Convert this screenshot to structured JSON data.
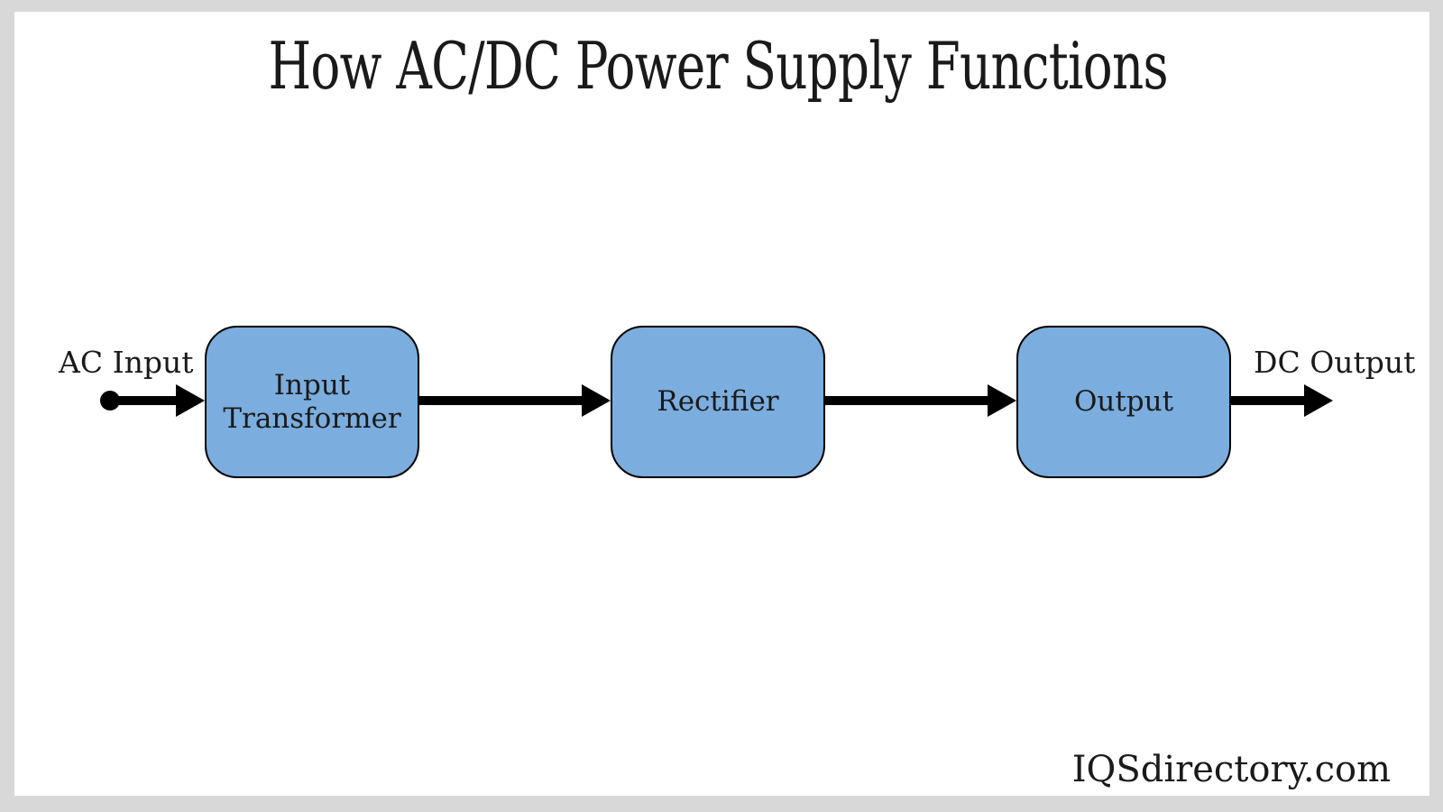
{
  "title": "How AC/DC Power Supply Functions",
  "watermark": "IQSdirectory.com",
  "colors": {
    "node_fill": "#7badde",
    "node_border": "#000000",
    "arrow": "#000000",
    "frame": "#d8d8d8",
    "canvas": "#ffffff",
    "text": "#1a1a1a"
  },
  "diagram": {
    "type": "flowchart",
    "direction": "left-to-right",
    "source_label": "AC Input",
    "sink_label": "DC Output",
    "nodes": [
      {
        "id": "input-transformer",
        "label": "Input Transformer"
      },
      {
        "id": "rectifier",
        "label": "Rectifier"
      },
      {
        "id": "output",
        "label": "Output"
      }
    ],
    "edges": [
      {
        "from": "AC Input",
        "to": "Input Transformer"
      },
      {
        "from": "Input Transformer",
        "to": "Rectifier"
      },
      {
        "from": "Rectifier",
        "to": "Output"
      },
      {
        "from": "Output",
        "to": "DC Output"
      }
    ]
  }
}
